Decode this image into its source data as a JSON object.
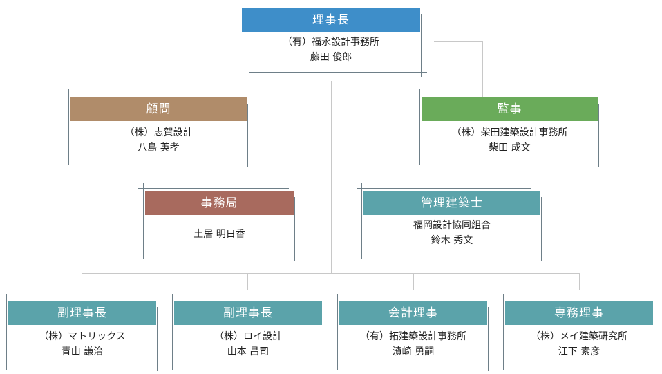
{
  "colors": {
    "connector": "#c8c8c8",
    "blue": "#3e8ec9",
    "brown": "#b08c6a",
    "green": "#6aab5a",
    "red": "#a86a5e",
    "teal": "#5ba3aa"
  },
  "chairman": {
    "title": "理事長",
    "org": "（有）福永設計事務所",
    "person": "藤田 俊郎"
  },
  "advisor": {
    "title": "顧問",
    "org": "（株）志賀設計",
    "person": "八島 英孝"
  },
  "auditor": {
    "title": "監事",
    "org": "（株）柴田建築設計事務所",
    "person": "柴田 成文"
  },
  "office": {
    "title": "事務局",
    "person": "土居 明日香"
  },
  "architect": {
    "title": "管理建築士",
    "org": "福岡設計協同組合",
    "person": "鈴木 秀文"
  },
  "vice1": {
    "title": "副理事長",
    "org": "（株）マトリックス",
    "person": "青山 謙治"
  },
  "vice2": {
    "title": "副理事長",
    "org": "（株）ロイ設計",
    "person": "山本 昌司"
  },
  "accountant": {
    "title": "会計理事",
    "org": "（有）拓建築設計事務所",
    "person": "濱崎 勇嗣"
  },
  "executive": {
    "title": "専務理事",
    "org": "（株）メイ建築研究所",
    "person": "江下 素彦"
  }
}
